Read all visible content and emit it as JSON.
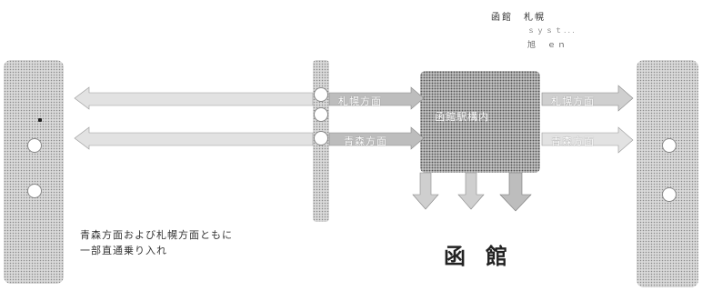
{
  "legend": {
    "line1": "函館　札幌",
    "line2": "ｓｙｓｔ...",
    "line3": "旭　ｅｎ"
  },
  "diagram": {
    "station_name": "函館",
    "note_line1": "青森方面および札幌方面ともに",
    "note_line2": "一部直通乗り入れ",
    "label_top_mid": "札幌方面",
    "label_bottom_mid": "青森方面",
    "label_box": "函館駅構内",
    "label_top_right": "札幌方面",
    "label_bottom_right": "青森方面"
  },
  "colors": {
    "stipple": "#d9d9d9",
    "stipple_dark": "#bdbdbd",
    "arrow_fill": "#e2e2e2",
    "text": "#222222"
  }
}
